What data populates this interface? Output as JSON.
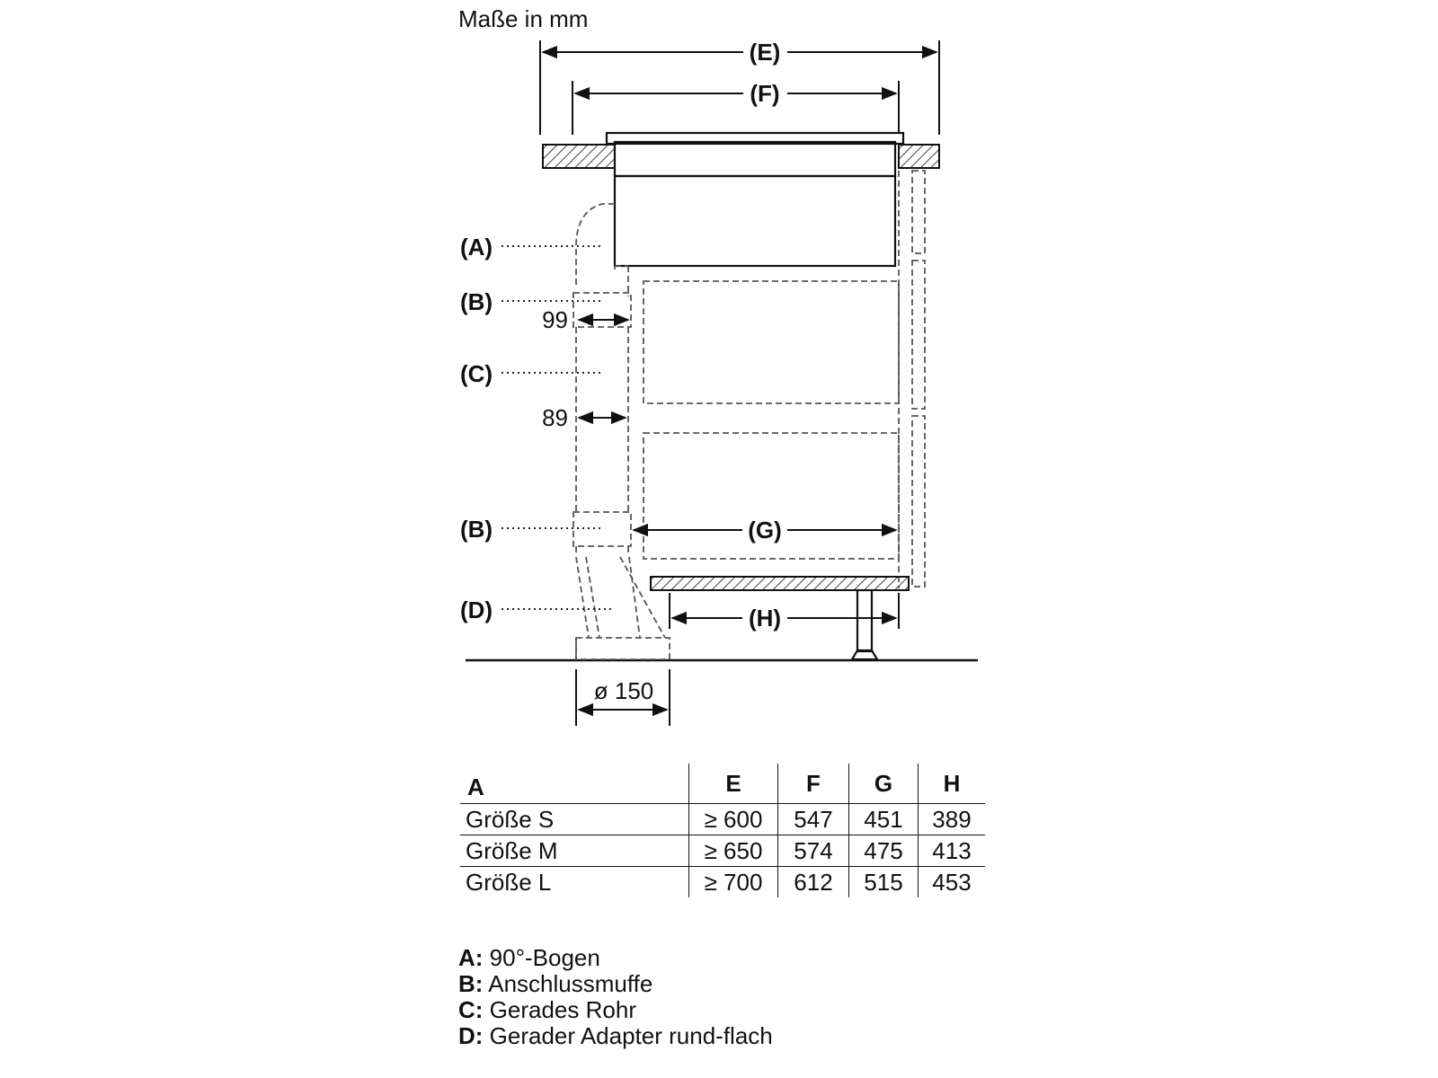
{
  "title": "Maße in mm",
  "labels": {
    "E": "(E)",
    "F": "(F)",
    "G": "(G)",
    "H": "(H)",
    "A": "(A)",
    "B1": "(B)",
    "C": "(C)",
    "B2": "(B)",
    "D": "(D)",
    "dim99": "99",
    "dim89": "89",
    "diameter": "ø 150"
  },
  "table": {
    "headers": [
      "A",
      "E",
      "F",
      "G",
      "H"
    ],
    "rows": [
      [
        "Größe S",
        "≥ 600",
        "547",
        "451",
        "389"
      ],
      [
        "Größe M",
        "≥ 650",
        "574",
        "475",
        "413"
      ],
      [
        "Größe L",
        "≥ 700",
        "612",
        "515",
        "453"
      ]
    ]
  },
  "legend": [
    {
      "key": "A:",
      "text": "90°-Bogen"
    },
    {
      "key": "B:",
      "text": "Anschlussmuffe"
    },
    {
      "key": "C:",
      "text": "Gerades Rohr"
    },
    {
      "key": "D:",
      "text": "Gerader Adapter rund-flach"
    }
  ]
}
